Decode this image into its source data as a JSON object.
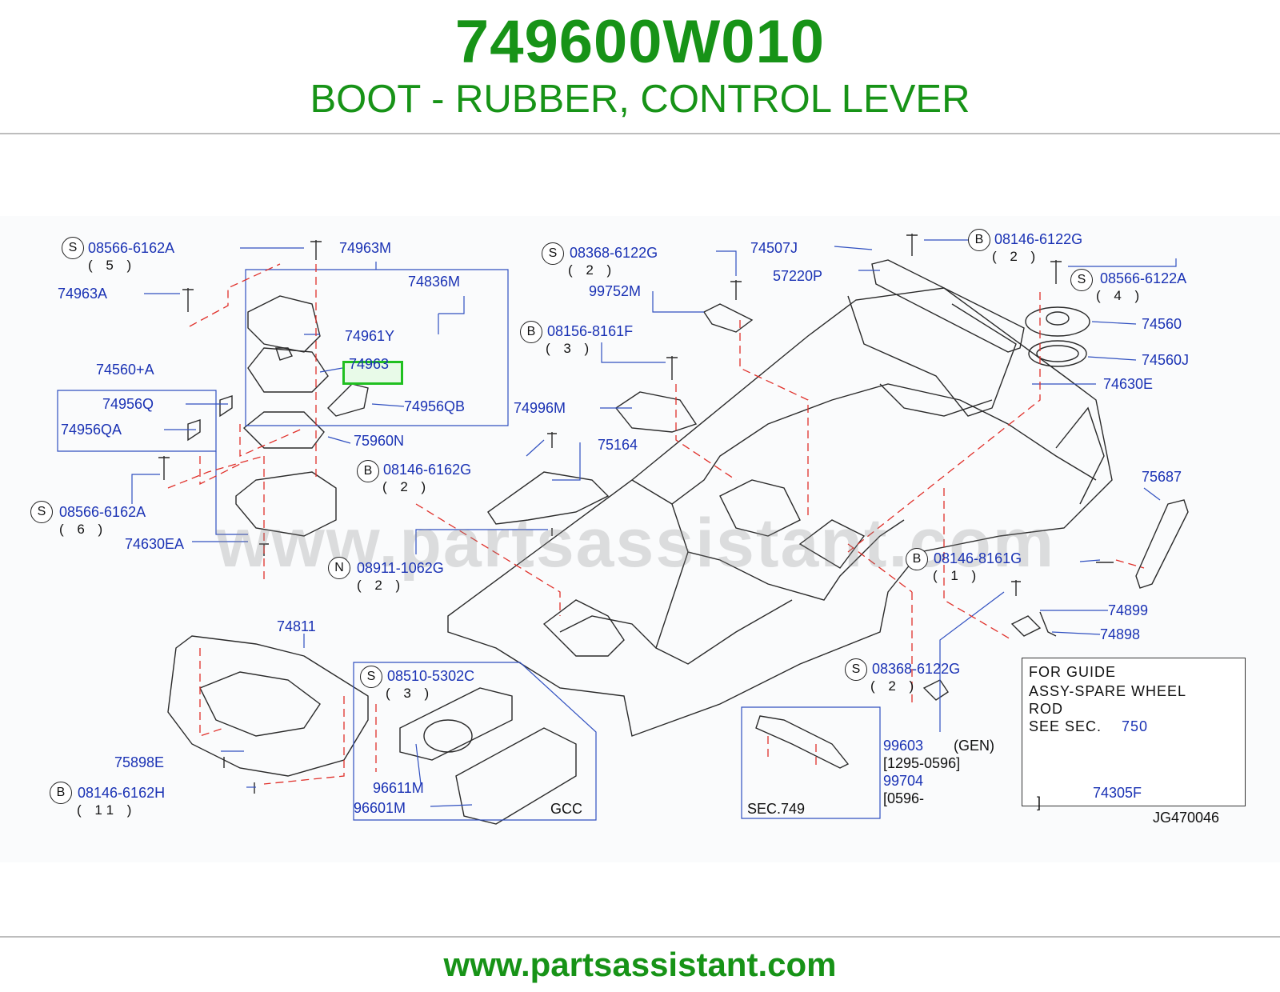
{
  "header": {
    "part_number": "749600W010",
    "description": "BOOT - RUBBER, CONTROL LEVER"
  },
  "diagram": {
    "watermark": "www.partsassistant.com",
    "highlight_part": "74963",
    "labels": {
      "p08566_6162A_top": "08566-6162A",
      "q5": "( 5 )",
      "p74963A": "74963A",
      "p74963M": "74963M",
      "p74836M": "74836M",
      "p74961Y": "74961Y",
      "p74963": "74963",
      "p74956QB": "74956QB",
      "p74560A": "74560+A",
      "p74956Q": "74956Q",
      "p74956QA": "74956QA",
      "p75960N": "75960N",
      "p08146_6162G": "08146-6162G",
      "q2_a": "( 2 )",
      "p08566_6162A_mid": "08566-6162A",
      "q6": "( 6 )",
      "p74630EA": "74630EA",
      "p08911_1062G": "08911-1062G",
      "q2_b": "( 2 )",
      "p08368_6122G_top": "08368-6122G",
      "q2_c": "( 2 )",
      "p99752M": "99752M",
      "p08156_8161F": "08156-8161F",
      "q3_a": "( 3 )",
      "p74996M": "74996M",
      "p75164": "75164",
      "p74507J": "74507J",
      "p57220P": "57220P",
      "p08146_6122G": "08146-6122G",
      "q2_d": "( 2 )",
      "p08566_6122A": "08566-6122A",
      "q4": "( 4 )",
      "p74560": "74560",
      "p74560J": "74560J",
      "p74630E": "74630E",
      "p75687": "75687",
      "p08146_8161G": "08146-8161G",
      "q1": "( 1 )",
      "p74899": "74899",
      "p74898": "74898",
      "p08368_6122G_bot": "08368-6122G",
      "q2_e": "( 2 )",
      "p74811": "74811",
      "p08510_5302C": "08510-5302C",
      "q3_b": "( 3 )",
      "p75898E": "75898E",
      "p08146_6162H": "08146-6162H",
      "q11": "( 11 )",
      "p96611M": "96611M",
      "p96601M": "96601M",
      "gcc": "GCC",
      "sec749": "SEC.749",
      "p99603": "99603",
      "gen": "(GEN)",
      "range1": "[1295-0596]",
      "p99704": "99704",
      "range2": "[0596-",
      "p74305F": "74305F",
      "bracket_close": "]",
      "drawing_id": "JG470046"
    },
    "circle_letters": {
      "s1": "S",
      "s2": "S",
      "s3": "S",
      "s4": "S",
      "s5": "S",
      "s6": "S",
      "b1": "B",
      "b2": "B",
      "b3": "B",
      "b4": "B",
      "b5": "B",
      "n1": "N"
    },
    "guide_note": {
      "line1": "FOR GUIDE",
      "line2": "ASSY-SPARE WHEEL",
      "line3": "ROD",
      "line4": "SEE SEC.",
      "sec_ref": "750"
    }
  },
  "footer": {
    "url": "www.partsassistant.com"
  },
  "colors": {
    "brand_green": "#179317",
    "label_blue": "#1a32b4",
    "highlight_green": "#20c020",
    "leader_red": "#e0302a",
    "box_blue": "#3050c0"
  }
}
